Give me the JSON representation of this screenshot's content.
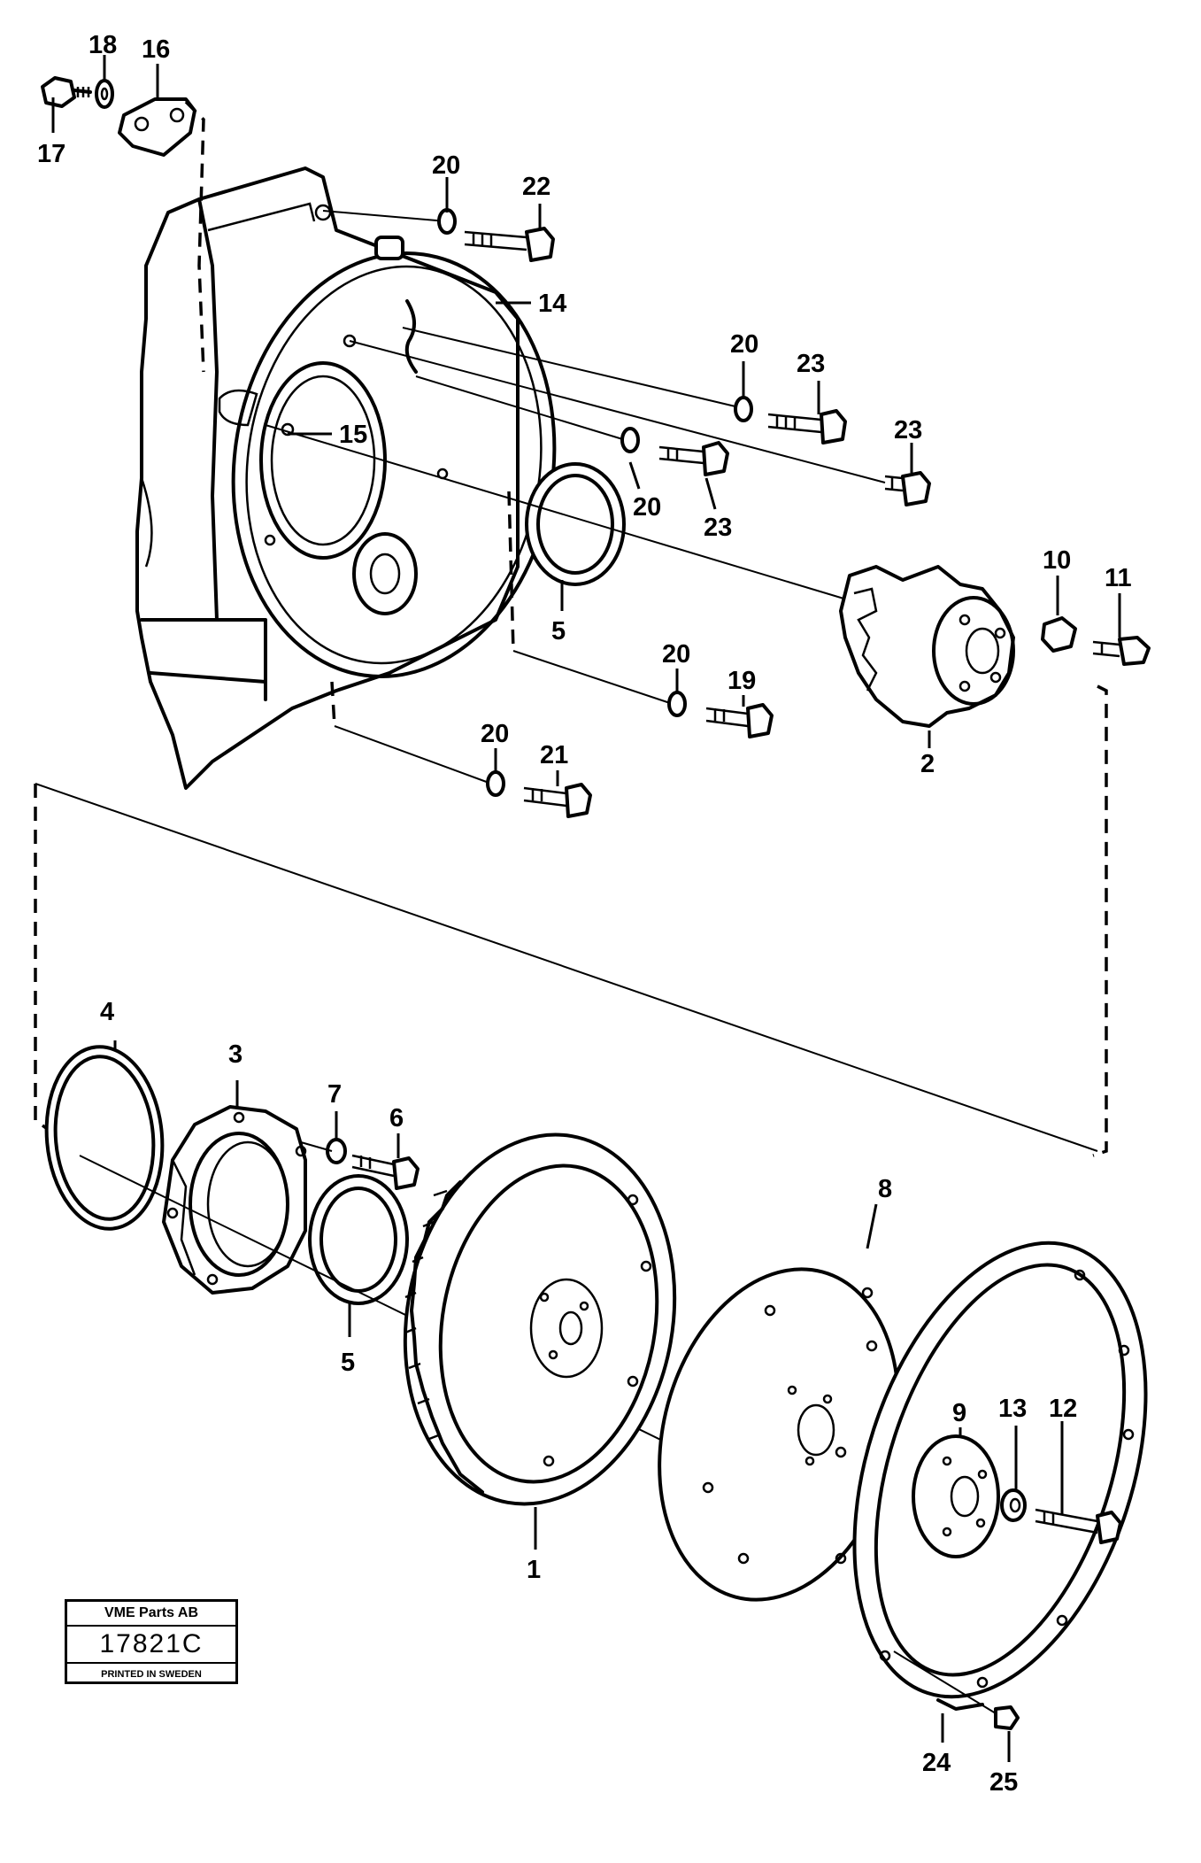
{
  "callouts": {
    "c1": "1",
    "c2": "2",
    "c3": "3",
    "c4": "4",
    "c5a": "5",
    "c5b": "5",
    "c6": "6",
    "c7": "7",
    "c8": "8",
    "c9": "9",
    "c10": "10",
    "c11": "11",
    "c12": "12",
    "c13": "13",
    "c14": "14",
    "c15": "15",
    "c16": "16",
    "c17": "17",
    "c18": "18",
    "c19": "19",
    "c20a": "20",
    "c20b": "20",
    "c20c": "20",
    "c20d": "20",
    "c20e": "20",
    "c21": "21",
    "c22": "22",
    "c23a": "23",
    "c23b": "23",
    "c23c": "23",
    "c24": "24",
    "c25": "25"
  },
  "stamp": {
    "company": "VME Parts AB",
    "drawing_number": "17821C",
    "printed": "PRINTED IN SWEDEN"
  },
  "colors": {
    "ink": "#000000",
    "paper": "#ffffff"
  }
}
